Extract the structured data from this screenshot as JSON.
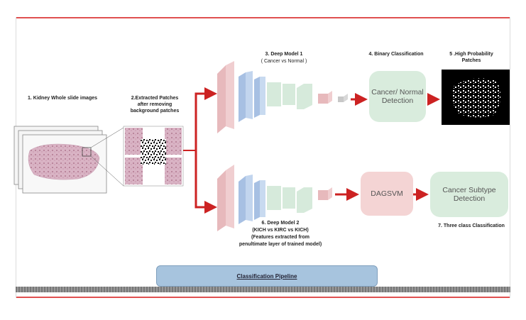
{
  "labels": {
    "step1": "1. Kidney Whole slide images",
    "step2": "2.Extracted Patches after removing background patches",
    "step3_title": "3. Deep Model 1",
    "step3_sub": "( Cancer vs Normal )",
    "step4": "4. Binary Classification",
    "step5": "5 .High Probability Patches",
    "step6_title": "6. Deep Model 2",
    "step6_sub1": "(KICH vs KIRC vs KICH)",
    "step6_sub2": "(Features extracted from",
    "step6_sub3": "penultimate layer of trained model)",
    "step7": "7. Three class Classification"
  },
  "boxes": {
    "cancer_normal": "Cancer/ Normal Detection",
    "dagsvm": "DAGSVM",
    "subtype": "Cancer Subtype Detection"
  },
  "banner": "Classification Pipeline",
  "colors": {
    "red_layer": "#e7b9bc",
    "blue_layer": "#a7c0e3",
    "green_layer": "#d6eadb",
    "green_box": "#d9ecdd",
    "pink_box": "#f4d4d4",
    "arrow": "#cc2222",
    "frame": "#e05050",
    "banner": "#a7c4de"
  }
}
